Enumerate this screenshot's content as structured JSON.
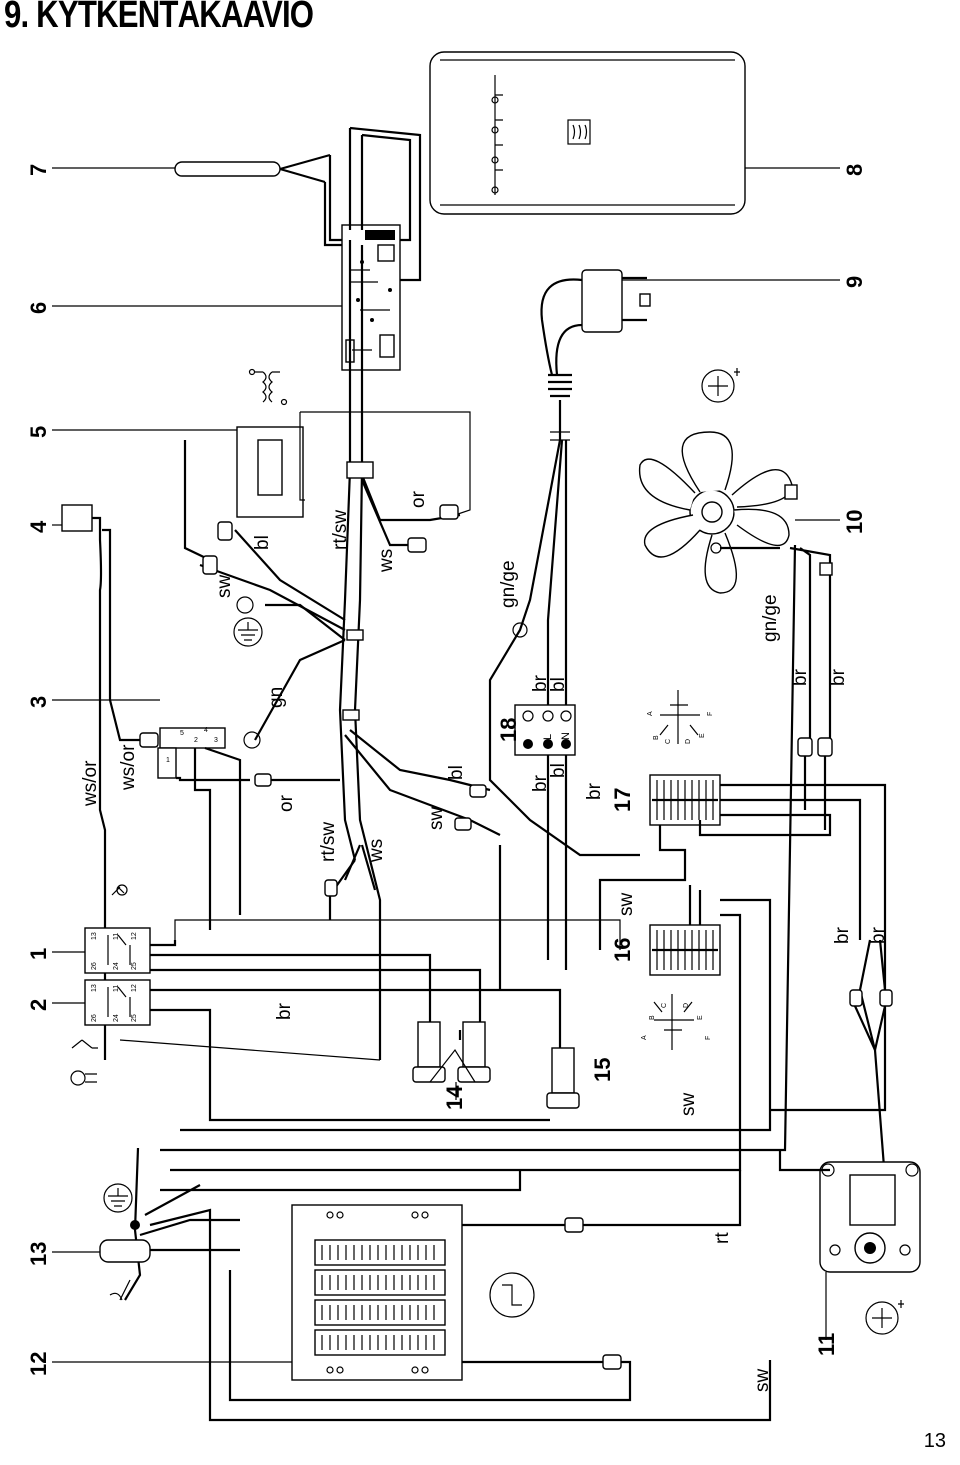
{
  "title": "9. KYTKENTÄKAAVIO",
  "page_number": "13",
  "component_numbers": [
    "1",
    "2",
    "3",
    "4",
    "5",
    "6",
    "7",
    "8",
    "9",
    "10",
    "11",
    "12",
    "13",
    "14",
    "15",
    "16",
    "17",
    "18"
  ],
  "wire_labels": {
    "ws_or_a": "ws/or",
    "ws_or_b": "ws/or",
    "sw_top": "sw",
    "bl_top": "bl",
    "rt_sw_top": "rt/sw",
    "ws_top": "ws",
    "or_top": "or",
    "gn_ge_top": "gn/ge",
    "gn_ge_fan": "gn/ge",
    "gn": "gn",
    "or_mid": "or",
    "rt_sw_mid": "rt/sw",
    "ws_mid": "ws",
    "sw_mid": "sw",
    "bl_mid": "bl",
    "br_18a": "br",
    "bl_18a": "bl",
    "br_18b": "br",
    "bl_18b": "bl",
    "br_17": "br",
    "br_fan_a": "br",
    "br_fan_b": "br",
    "sw_16": "sw",
    "br_left": "br",
    "br_motor_a": "br",
    "br_motor_b": "br",
    "sw_15": "sw",
    "rt": "rt",
    "sw_bottom": "sw"
  },
  "terminal_labels": {
    "block18": [
      "L",
      "N"
    ],
    "relay": [
      "13",
      "11",
      "12",
      "26",
      "24",
      "25"
    ],
    "switch": [
      "1",
      "2",
      "3",
      "4",
      "5"
    ],
    "selector": [
      "A",
      "B",
      "C",
      "D",
      "E",
      "F"
    ]
  }
}
